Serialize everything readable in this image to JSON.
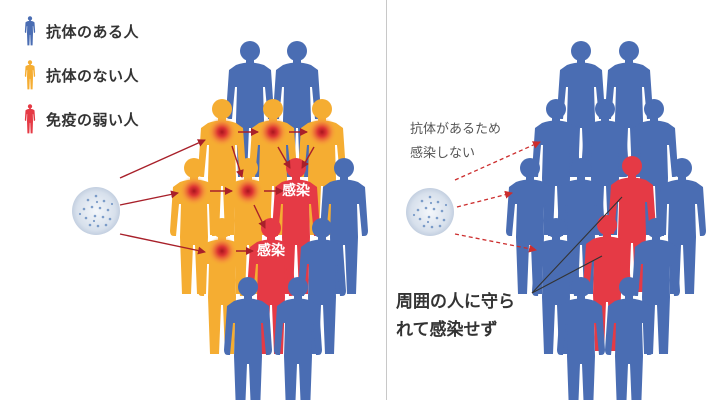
{
  "colors": {
    "immune": "#4a6db3",
    "not_immune": "#f5ad32",
    "vulnerable": "#e53a45",
    "infection_arrow": "#a8202a",
    "blocked_arrow": "#cc2d2d",
    "pointer_line": "#333333",
    "divider": "#c8c8c8"
  },
  "legend": [
    {
      "label": "抗体のある人",
      "color": "#4a6db3"
    },
    {
      "label": "抗体のない人",
      "color": "#f5ad32"
    },
    {
      "label": "免疫の弱い人",
      "color": "#e53a45"
    }
  ],
  "left_panel": {
    "infected_label_1": "感染",
    "infected_label_2": "感染"
  },
  "right_panel": {
    "note_line1": "抗体があるため",
    "note_line2": "感染しない",
    "protected_line1": "周囲の人に守ら",
    "protected_line2": "れて感染せず"
  },
  "icons": [
    "person-icon",
    "virus-icon"
  ]
}
